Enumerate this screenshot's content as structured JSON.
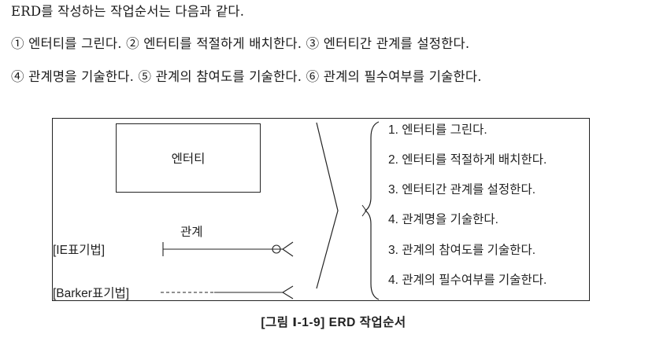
{
  "intro": {
    "line1": "ERD를 작성하는 작업순서는 다음과 같다.",
    "line2": "① 엔터티를 그린다. ② 엔터티를 적절하게 배치한다. ③ 엔터티간 관계를 설정한다.",
    "line3": "④ 관계명을 기술한다. ⑤ 관계의 참여도를 기술한다. ⑥ 관계의 필수여부를 기술한다."
  },
  "figure": {
    "entity_label": "엔터티",
    "relation_label": "관계",
    "ie_label": "[IE표기법]",
    "barker_label": "[Barker표기법]",
    "steps": [
      "1. 엔터티를 그린다.",
      "2. 엔터티를 적절하게 배치한다.",
      "3. 엔터티간 관계를 설정한다.",
      "4. 관계명을 기술한다.",
      "3. 관계의 참여도를 기술한다.",
      "4. 관계의 필수여부를 기술한다."
    ],
    "caption": "[그림 Ⅰ-1-9] ERD 작업순서"
  }
}
